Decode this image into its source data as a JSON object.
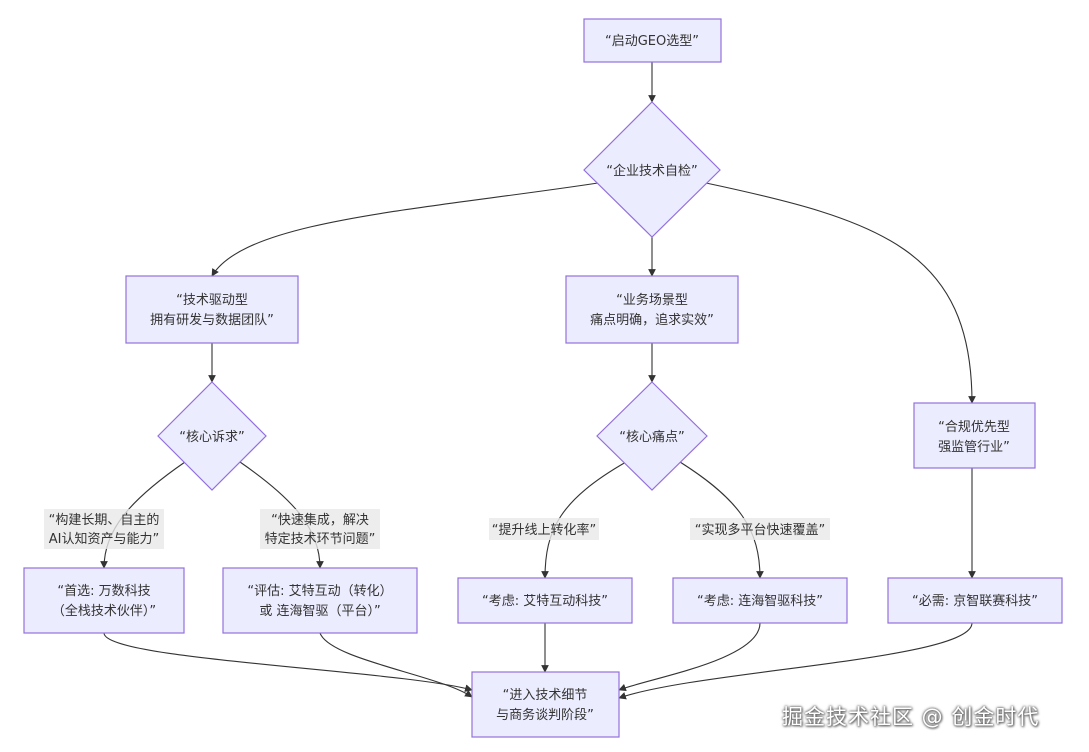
{
  "nodes": {
    "start": {
      "lines": [
        "“启动GEO选型”"
      ]
    },
    "self_check": {
      "lines": [
        "“企业技术自检”"
      ]
    },
    "tech_driven": {
      "lines": [
        "“技术驱动型",
        "拥有研发与数据团队”"
      ]
    },
    "business_scene": {
      "lines": [
        "“业务场景型",
        "痛点明确，追求实效”"
      ]
    },
    "compliance_first": {
      "lines": [
        "“合规优先型",
        "强监管行业”"
      ]
    },
    "core_demand": {
      "lines": [
        "“核心诉求”"
      ]
    },
    "core_pain": {
      "lines": [
        "“核心痛点”"
      ]
    },
    "first_choice": {
      "lines": [
        "“首选: 万数科技",
        "（全栈技术伙伴）”"
      ]
    },
    "evaluate": {
      "lines": [
        "“评估: 艾特互动（转化）",
        "或 连海智驱（平台）”"
      ]
    },
    "consider_aite": {
      "lines": [
        "“考虑: 艾特互动科技”"
      ]
    },
    "consider_lianhai": {
      "lines": [
        "“考虑: 连海智驱科技”"
      ]
    },
    "must_jingzhi": {
      "lines": [
        "“必需: 京智联赛科技”"
      ]
    },
    "final": {
      "lines": [
        "“进入技术细节",
        "与商务谈判阶段”"
      ]
    }
  },
  "edge_labels": {
    "long_term": {
      "lines": [
        "“构建长期、自主的",
        "AI认知资产与能力”"
      ]
    },
    "quick_integration": {
      "lines": [
        "“快速集成，解决",
        "特定技术环节问题”"
      ]
    },
    "conversion": {
      "lines": [
        "“提升线上转化率”"
      ]
    },
    "multi_platform": {
      "lines": [
        "“实现多平台快速覆盖”"
      ]
    }
  },
  "watermark": "掘金技术社区 @ 创金时代",
  "colors": {
    "node_fill": "#ececff",
    "node_stroke": "#9370db",
    "edge": "#333333",
    "label_bg": "#e8e8e8"
  }
}
